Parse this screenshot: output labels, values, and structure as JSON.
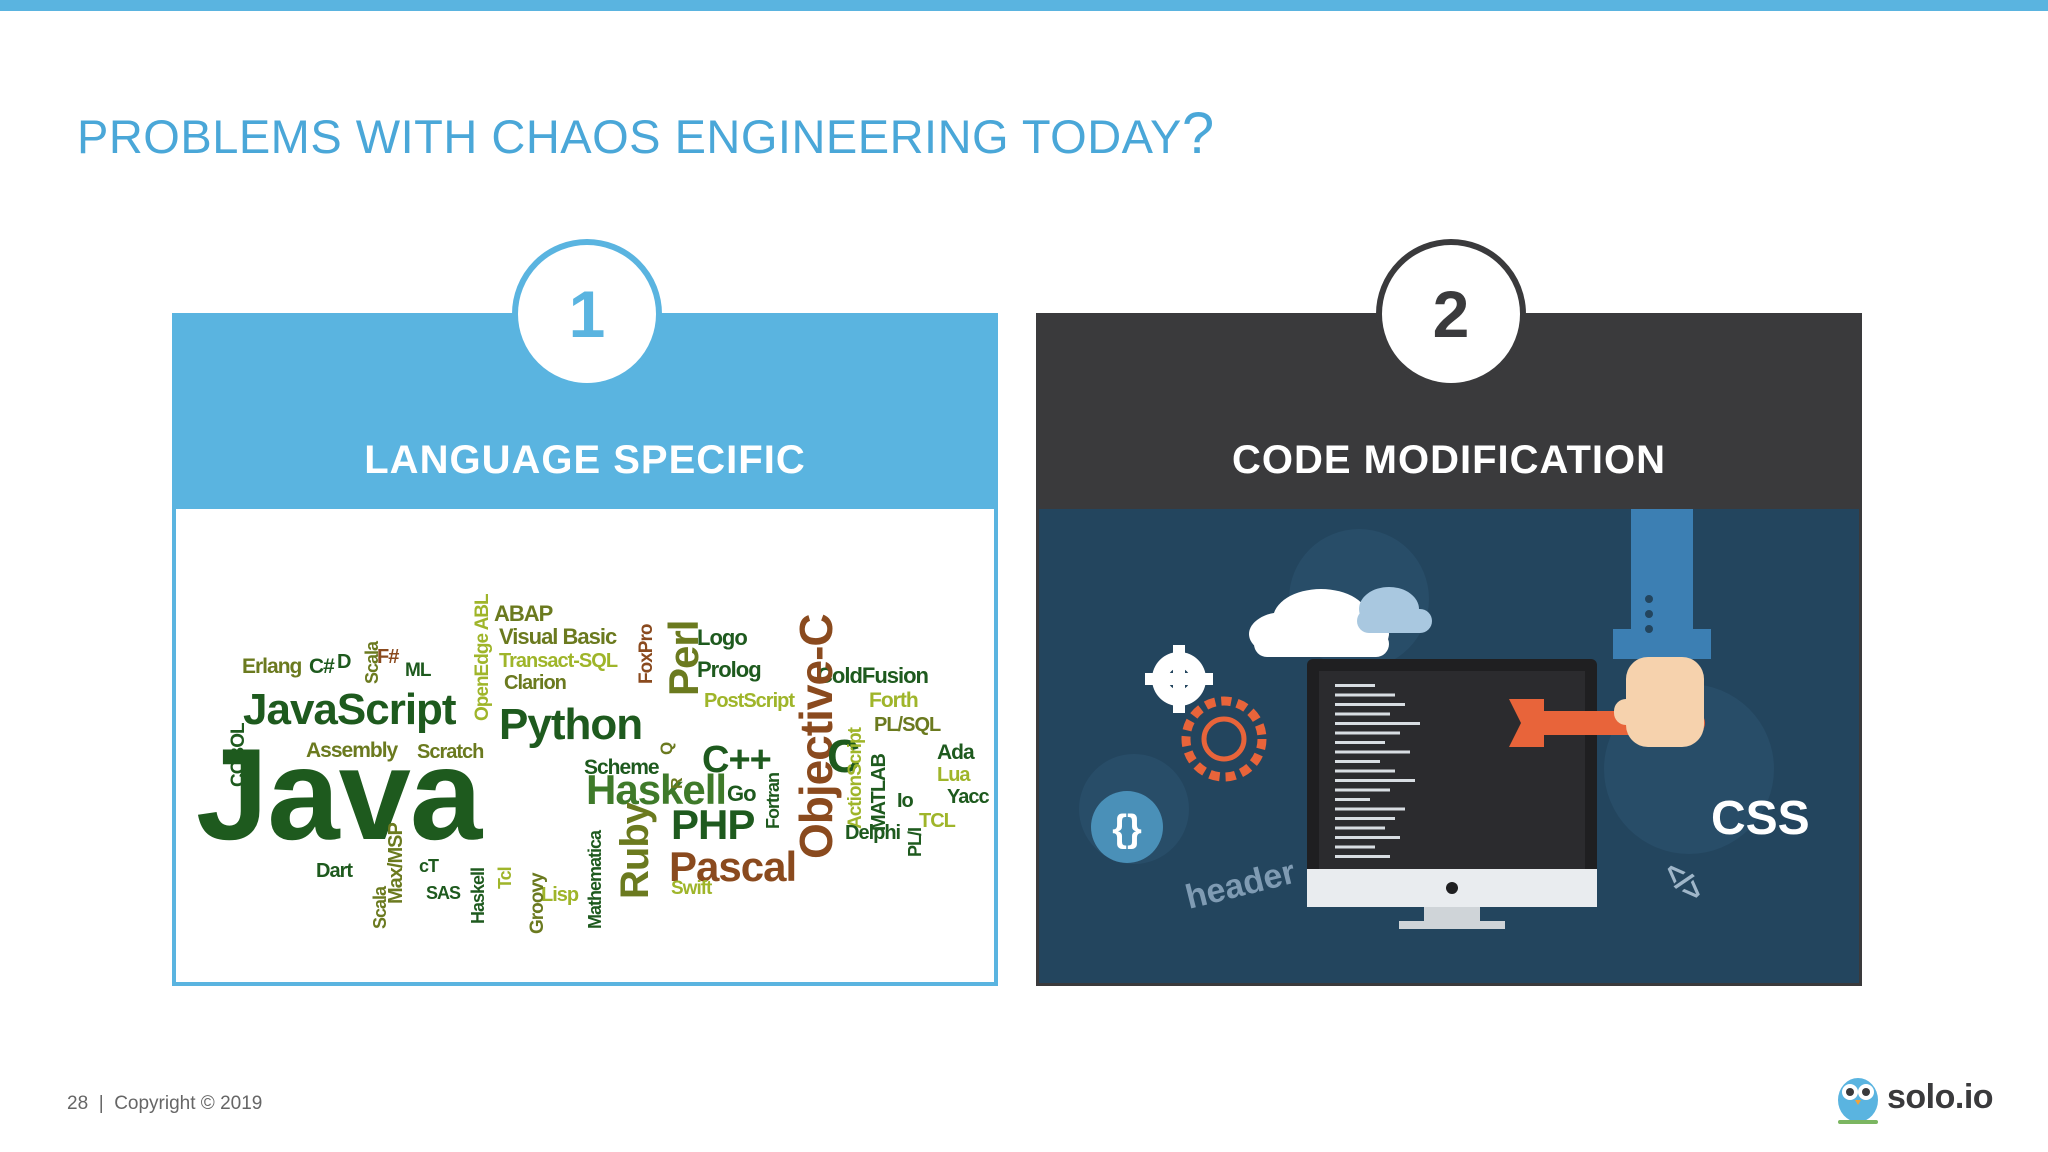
{
  "slide": {
    "title": "PROBLEMS WITH CHAOS ENGINEERING TODAY",
    "title_mark": "?",
    "page_number": "28",
    "separator": "|",
    "copyright": "Copyright © 2019",
    "logo_text": "solo.io"
  },
  "cards": [
    {
      "number": "1",
      "label": "LANGUAGE SPECIFIC",
      "accent": "#5ab4e0",
      "word_cloud": [
        "ABAP",
        "Visual Basic",
        "Transact-SQL",
        "Clarion",
        "Logo",
        "Prolog",
        "PostScript",
        "ColdFusion",
        "Forth",
        "PL/SQL",
        "Ada",
        "Lua",
        "Yacc",
        "TCL",
        "Erlang",
        "C#",
        "D",
        "F#",
        "ML",
        "Scala",
        "OpenEdge ABL",
        "FoxPro",
        "Perl",
        "JavaScript",
        "Python",
        "Objective-C",
        "Assembly",
        "Scratch",
        "Scheme",
        "C++",
        "C",
        "COBOL",
        "Java",
        "Haskell",
        "Go",
        "R",
        "Q",
        "ActionScript",
        "MATLAB",
        "Io",
        "PHP",
        "Fortran",
        "Delphi",
        "PL/I",
        "Dart",
        "Pascal",
        "Swift",
        "Max/MSP",
        "cT",
        "SAS",
        "Tcl",
        "Lisp",
        "Ruby",
        "Mathematica",
        "Haskell",
        "Groovy",
        "Scala"
      ]
    },
    {
      "number": "2",
      "label": "CODE MODIFICATION",
      "accent": "#3a3a3c",
      "illustration_text": [
        "{}",
        "header",
        "CSS",
        "</>"
      ]
    }
  ]
}
